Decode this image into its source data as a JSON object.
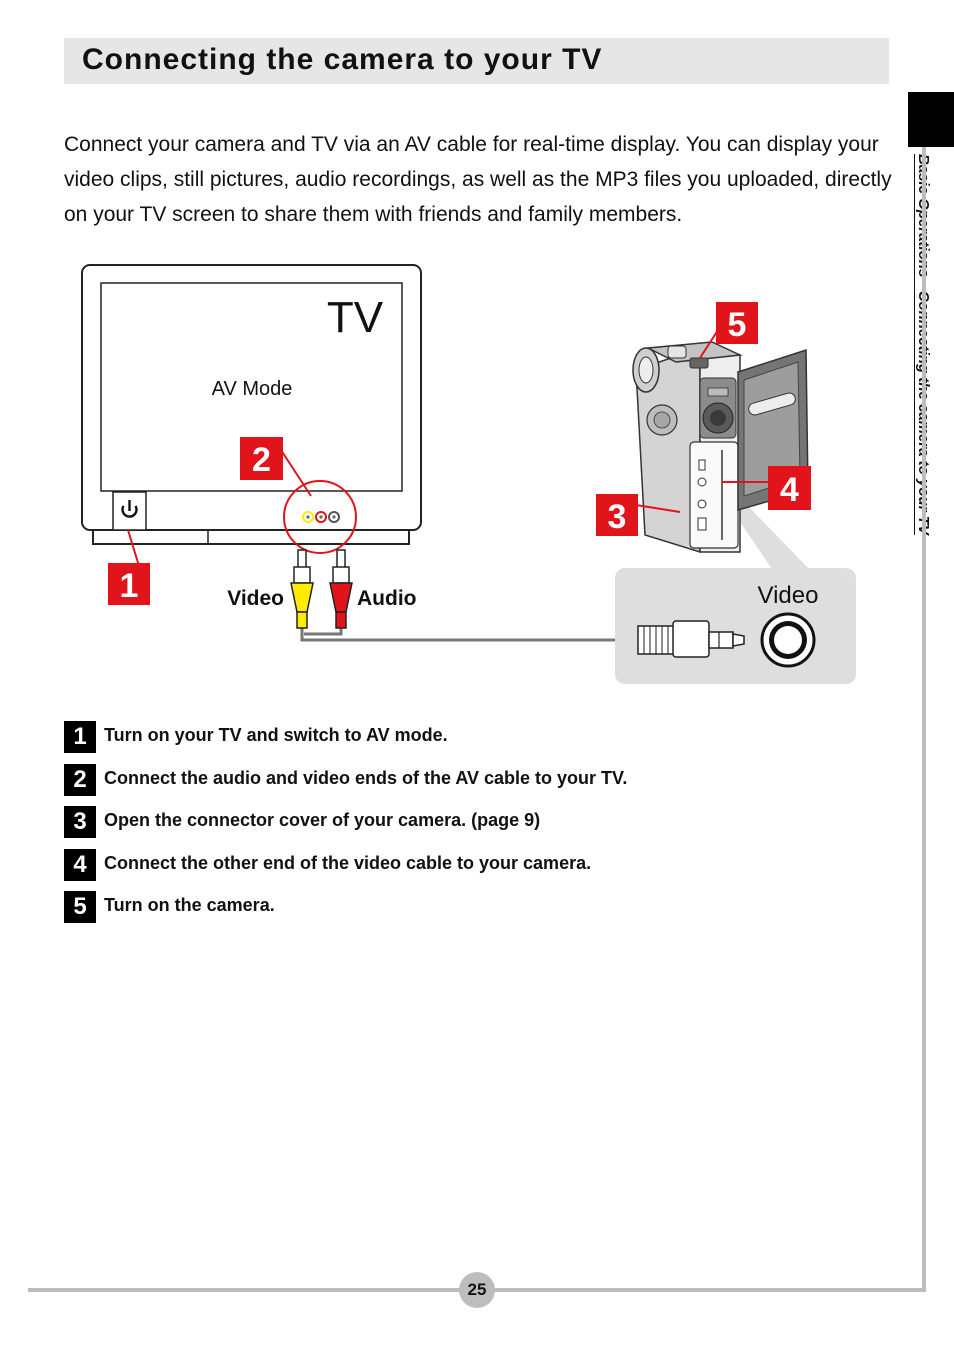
{
  "header": {
    "title": "Connecting the camera to your TV"
  },
  "intro_text": "Connect your camera and TV via an AV cable for real-time display. You can display your video clips, still pictures, audio recordings, as well as the MP3 files you uploaded, directly on your TV screen to share them with friends and family members.",
  "side_label": "Basic Operations - Connecting the camera to your TV",
  "figure": {
    "tv_label": "TV",
    "screen_text": "AV Mode",
    "video_label": "Video",
    "audio_label": "Audio",
    "inset_label": "Video",
    "callouts": [
      "1",
      "2",
      "3",
      "4",
      "5"
    ],
    "colors": {
      "callout": "#e2141b",
      "video_plug": "#ffec00",
      "audio_plug": "#e2141b",
      "inset_bg": "#dedede"
    }
  },
  "steps": [
    {
      "num": "1",
      "text": "Turn on your TV and switch to AV mode."
    },
    {
      "num": "2",
      "text": "Connect the audio and video ends of the AV cable to your TV."
    },
    {
      "num": "3",
      "text": "Open the connector cover of your camera. (page 9)"
    },
    {
      "num": "4",
      "text": "Connect the other end of the video cable to your camera."
    },
    {
      "num": "5",
      "text": "Turn on the camera."
    }
  ],
  "page_number": "25"
}
